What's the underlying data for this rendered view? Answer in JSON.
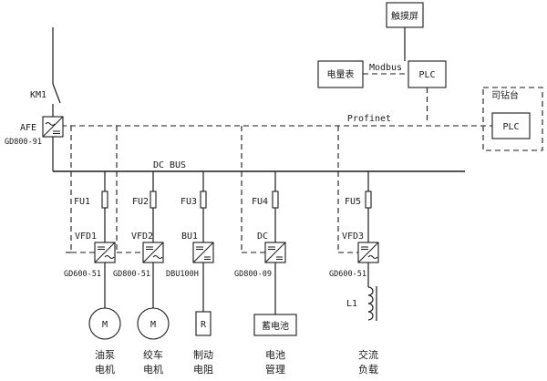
{
  "labels": {
    "touchscreen": "触摸屏",
    "plc_top": "PLC",
    "meter": "电量表",
    "modbus": "Modbus",
    "profinet": "Profinet",
    "console_title": "司钻台",
    "plc_console": "PLC",
    "km1": "KM1",
    "afe": "AFE",
    "afe_model": "GD800-91",
    "dc_bus": "DC BUS",
    "fuses": [
      "FU1",
      "FU2",
      "FU3",
      "FU4",
      "FU5"
    ],
    "drives": [
      "VFD1",
      "VFD2",
      "BU1",
      "DC",
      "VFD3"
    ],
    "models": [
      "GD600-51",
      "GD800-51",
      "DBU100H",
      "GD800-09",
      "GD600-51"
    ],
    "motor_symbol": "M",
    "resistor_symbol": "R",
    "battery": "蓄电池",
    "inductor": "L1",
    "loads": [
      [
        "油泵",
        "电机"
      ],
      [
        "绞车",
        "电机"
      ],
      [
        "制动",
        "电阻"
      ],
      [
        "电池",
        "管理"
      ],
      [
        "交流",
        "负载"
      ]
    ]
  }
}
